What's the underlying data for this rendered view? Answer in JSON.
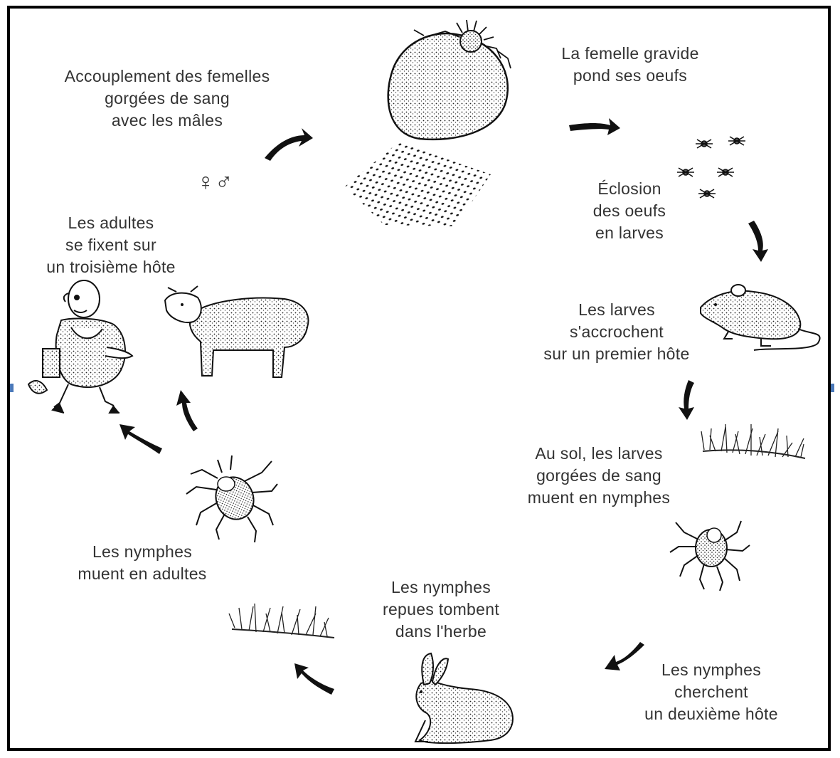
{
  "diagram": {
    "colors": {
      "text": "#333333",
      "ink": "#111111",
      "frame": "#000000"
    },
    "labels": {
      "mating": "Accouplement des femelles\ngorgées de sang\navec les mâles",
      "laying": "La femelle gravide\npond ses oeufs",
      "hatching": "Éclosion\ndes oeufs\nen larves",
      "larvae_attach": "Les larves\ns'accrochent\nsur un premier hôte",
      "larvae_molt": "Au sol, les larves\ngorgées de sang\nmuent en nymphes",
      "nymphs_seek": "Les nymphes\ncherchent\nun deuxième hôte",
      "nymphs_drop": "Les nymphes\nrepues tombent\ndans l'herbe",
      "nymphs_molt": "Les nymphes\nmuent en adultes",
      "adults_attach": "Les adultes\nse fixent sur\nun troisième hôte"
    },
    "symbols": "♀♂",
    "icons": [
      "engorged-female-tick-icon",
      "eggs-icon",
      "larvae-icon",
      "mouse-icon",
      "grass-icon",
      "nymph-tick-icon",
      "rabbit-icon",
      "adult-tick-icon",
      "sheep-icon",
      "man-icon",
      "arrow-icon"
    ]
  }
}
